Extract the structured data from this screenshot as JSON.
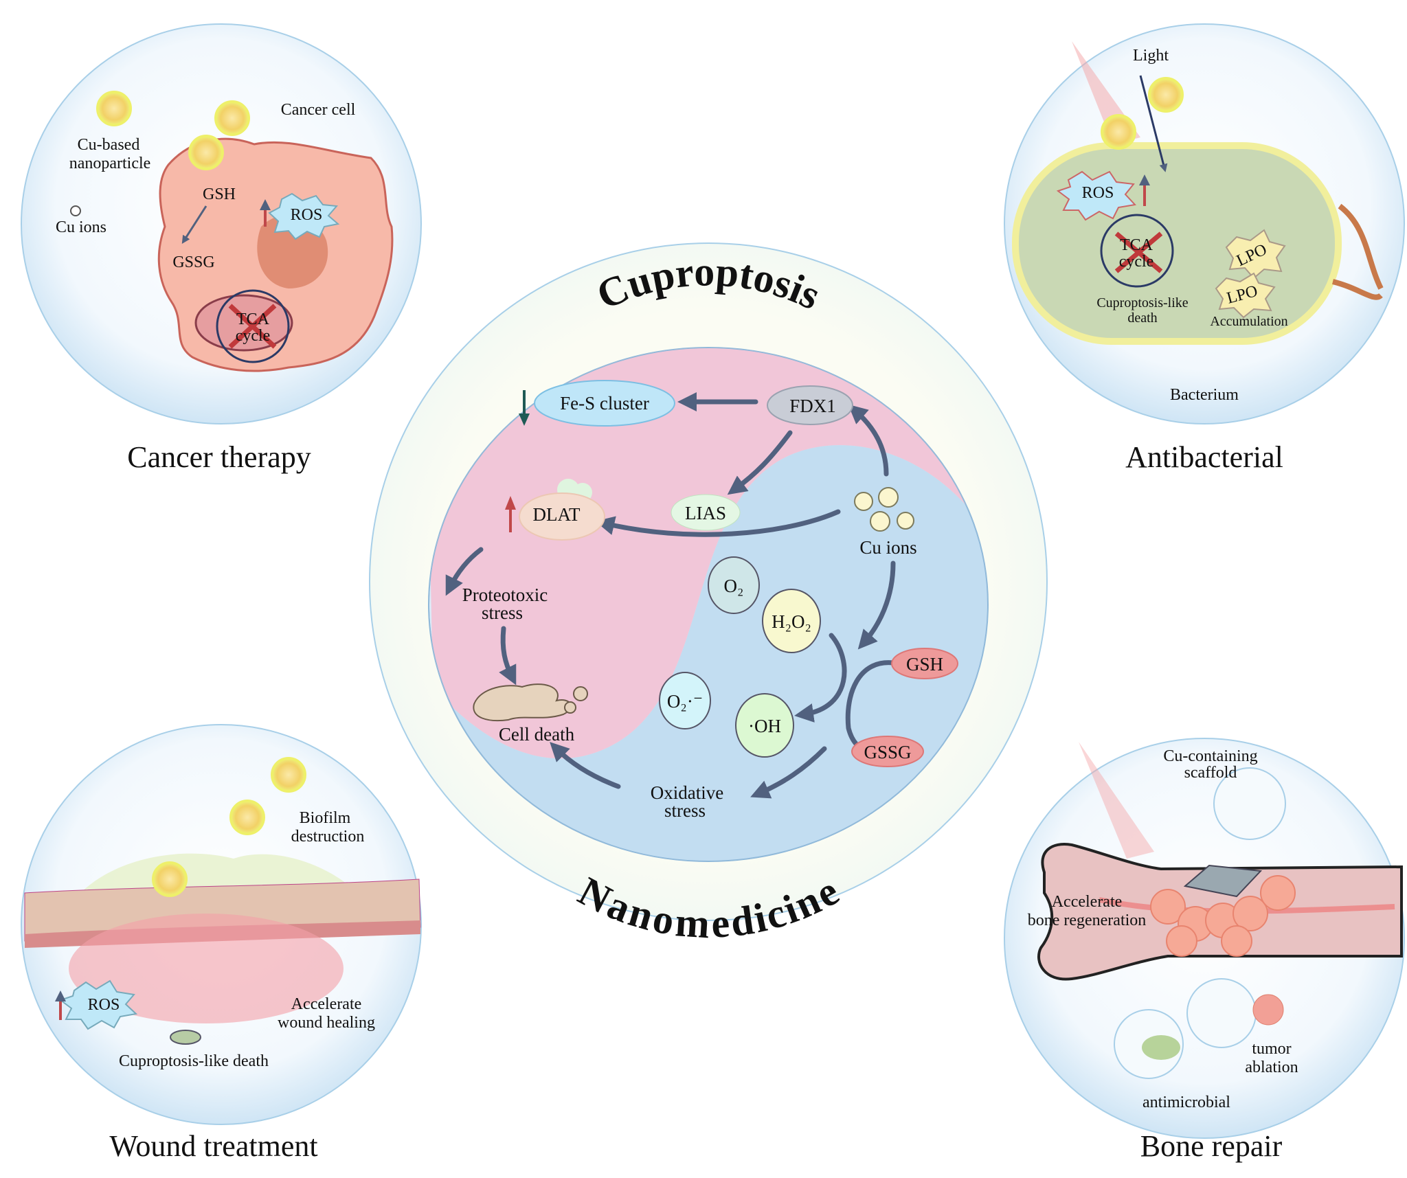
{
  "center": {
    "title_top": "Cuproptosis",
    "title_bottom": "Nanomedicine",
    "nodes": {
      "fes": "Fe-S cluster",
      "fdx1": "FDX1",
      "lias": "LIAS",
      "dlat": "DLAT",
      "cu_ions": "Cu ions",
      "proteotoxic_1": "Proteotoxic",
      "proteotoxic_2": "stress",
      "o2": "O₂",
      "h2o2": "H₂O₂",
      "gsh": "GSH",
      "superoxide": "O₂·⁻",
      "oh": "·OH",
      "gssg": "GSSG",
      "cell_death": "Cell death",
      "oxidative_1": "Oxidative",
      "oxidative_2": "stress"
    }
  },
  "panels": {
    "cancer": {
      "title": "Cancer therapy",
      "cu_np_1": "Cu-based",
      "cu_np_2": "nanoparticle",
      "cancer_cell": "Cancer cell",
      "cu_ions": "Cu ions",
      "gsh": "GSH",
      "ros": "ROS",
      "gssg": "GSSG",
      "tca_1": "TCA",
      "tca_2": "cycle"
    },
    "antibacterial": {
      "title": "Antibacterial",
      "light": "Light",
      "ros": "ROS",
      "tca_1": "TCA",
      "tca_2": "cycle",
      "lpo_1": "LPO",
      "lpo_2": "LPO",
      "cupro_1": "Cuproptosis-like",
      "cupro_2": "death",
      "accumulation": "Accumulation",
      "bacterium": "Bacterium"
    },
    "wound": {
      "title": "Wound treatment",
      "biofilm_1": "Biofilm",
      "biofilm_2": "destruction",
      "ros": "ROS",
      "heal_1": "Accelerate",
      "heal_2": "wound healing",
      "cupro": "Cuproptosis-like death"
    },
    "bone": {
      "title": "Bone repair",
      "scaffold_1": "Cu-containing",
      "scaffold_2": "scaffold",
      "regen_1": "Accelerate",
      "regen_2": "bone regeneration",
      "tumor_1": "tumor",
      "tumor_2": "ablation",
      "antimicrobial": "antimicrobial"
    }
  },
  "colors": {
    "arrow": "#51617f",
    "pink_region": "#f1c6d8",
    "blue_region": "#bcd9ef",
    "up_arrow": "#c0484a",
    "down_arrow": "#1f5a55"
  }
}
